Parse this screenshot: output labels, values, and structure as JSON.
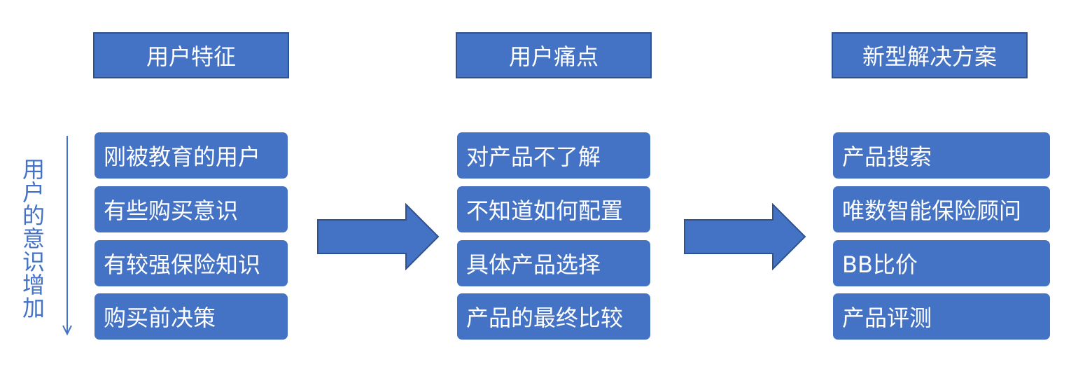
{
  "side_label": "用\n户\n的\n意\n识\n增\n加",
  "columns": [
    {
      "header": "用户特征",
      "items": [
        "刚被教育的用户",
        "有些购买意识",
        "有较强保险知识",
        "购买前决策"
      ]
    },
    {
      "header": "用户痛点",
      "items": [
        "对产品不了解",
        "不知道如何配置",
        "具体产品选择",
        "产品的最终比较"
      ]
    },
    {
      "header": "新型解决方案",
      "items": [
        "产品搜索",
        "唯数智能保险顾问",
        "BB比价",
        "产品评测"
      ]
    }
  ],
  "colors": {
    "box_fill": "#4472c4",
    "box_border": "#2f528f",
    "text": "#ffffff"
  }
}
